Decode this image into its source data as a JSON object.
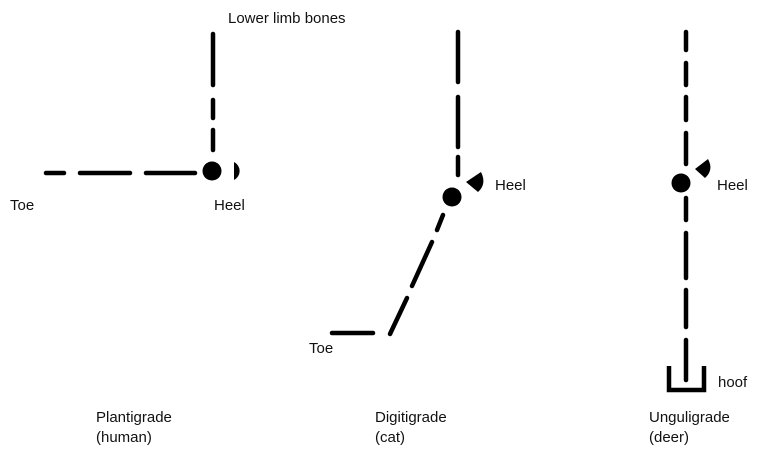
{
  "top_label": "Lower limb bones",
  "panels": {
    "plantigrade": {
      "toe_label": "Toe",
      "heel_label": "Heel",
      "caption_line1": "Plantigrade",
      "caption_line2": "(human)"
    },
    "digitigrade": {
      "toe_label": "Toe",
      "heel_label": "Heel",
      "caption_line1": "Digitigrade",
      "caption_line2": "(cat)"
    },
    "unguligrade": {
      "heel_label": "Heel",
      "hoof_label": "hoof",
      "caption_line1": "Unguligrade",
      "caption_line2": "(deer)"
    }
  },
  "colors": {
    "ink": "#000000",
    "background": "#ffffff"
  }
}
